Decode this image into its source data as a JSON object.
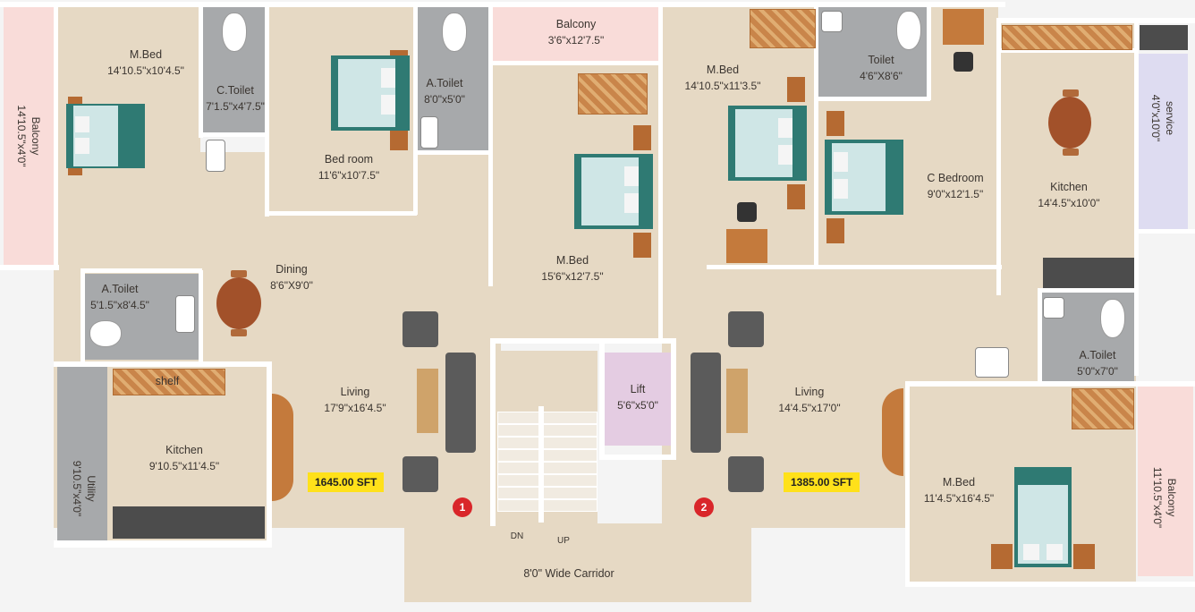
{
  "rooms": {
    "balcony_left": {
      "name": "Balcony",
      "dim": "14'10.5\"x4'0\""
    },
    "mbed_1": {
      "name": "M.Bed",
      "dim": "14'10.5\"x10'4.5\""
    },
    "ctoilet_1": {
      "name": "C.Toilet",
      "dim": "7'1.5\"x4'7.5\""
    },
    "bedroom_1": {
      "name": "Bed room",
      "dim": "11'6\"x10'7.5\""
    },
    "atoilet_1": {
      "name": "A.Toilet",
      "dim": "8'0\"x5'0\""
    },
    "balcony_top": {
      "name": "Balcony",
      "dim": "3'6\"x12'7.5\""
    },
    "mbed_center": {
      "name": "M.Bed",
      "dim": "15'6\"x12'7.5\""
    },
    "mbed_2": {
      "name": "M.Bed",
      "dim": "14'10.5\"x11'3.5\""
    },
    "toilet_2": {
      "name": "Toilet",
      "dim": "4'6\"X8'6\""
    },
    "cbedroom_2": {
      "name": "C Bedroom",
      "dim": "9'0\"x12'1.5\""
    },
    "kitchen_2": {
      "name": "Kitchen",
      "dim": "14'4.5\"x10'0\""
    },
    "service_2": {
      "name": "service",
      "dim": "4'0\"x10'0\""
    },
    "dining_1": {
      "name": "Dining",
      "dim": "8'6\"X9'0\""
    },
    "atoilet_1b": {
      "name": "A.Toilet",
      "dim": "5'1.5\"x8'4.5\""
    },
    "living_1": {
      "name": "Living",
      "dim": "17'9\"x16'4.5\""
    },
    "kitchen_1": {
      "name": "Kitchen",
      "dim": "9'10.5\"x11'4.5\""
    },
    "shelf_1": {
      "name": "shelf"
    },
    "utility_1": {
      "name": "Utility",
      "dim": "9'10.5\"x4'0\""
    },
    "lift": {
      "name": "Lift",
      "dim": "5'6\"x5'0\""
    },
    "living_2": {
      "name": "Living",
      "dim": "14'4.5\"x17'0\""
    },
    "atoilet_2": {
      "name": "A.Toilet",
      "dim": "5'0\"x7'0\""
    },
    "mbed_2b": {
      "name": "M.Bed",
      "dim": "11'4.5\"x16'4.5\""
    },
    "balcony_right": {
      "name": "Balcony",
      "dim": "11'10.5\"x4'0\""
    },
    "corridor": {
      "name": "8'0\" Wide Carridor"
    }
  },
  "flats": {
    "flat1": {
      "area": "1645.00 SFT",
      "number": "1"
    },
    "flat2": {
      "area": "1385.00 SFT",
      "number": "2"
    }
  },
  "stairs": {
    "down": "DN",
    "up": "UP"
  },
  "colors": {
    "floor": "#e6d9c4",
    "tile": "#a7a9ab",
    "balcony": "#f9dcd9",
    "lift": "#e4cce2",
    "service": "#dedcf1",
    "area_badge": "#ffe11a",
    "entry_marker": "#d9262a",
    "wall": "#ffffff"
  }
}
